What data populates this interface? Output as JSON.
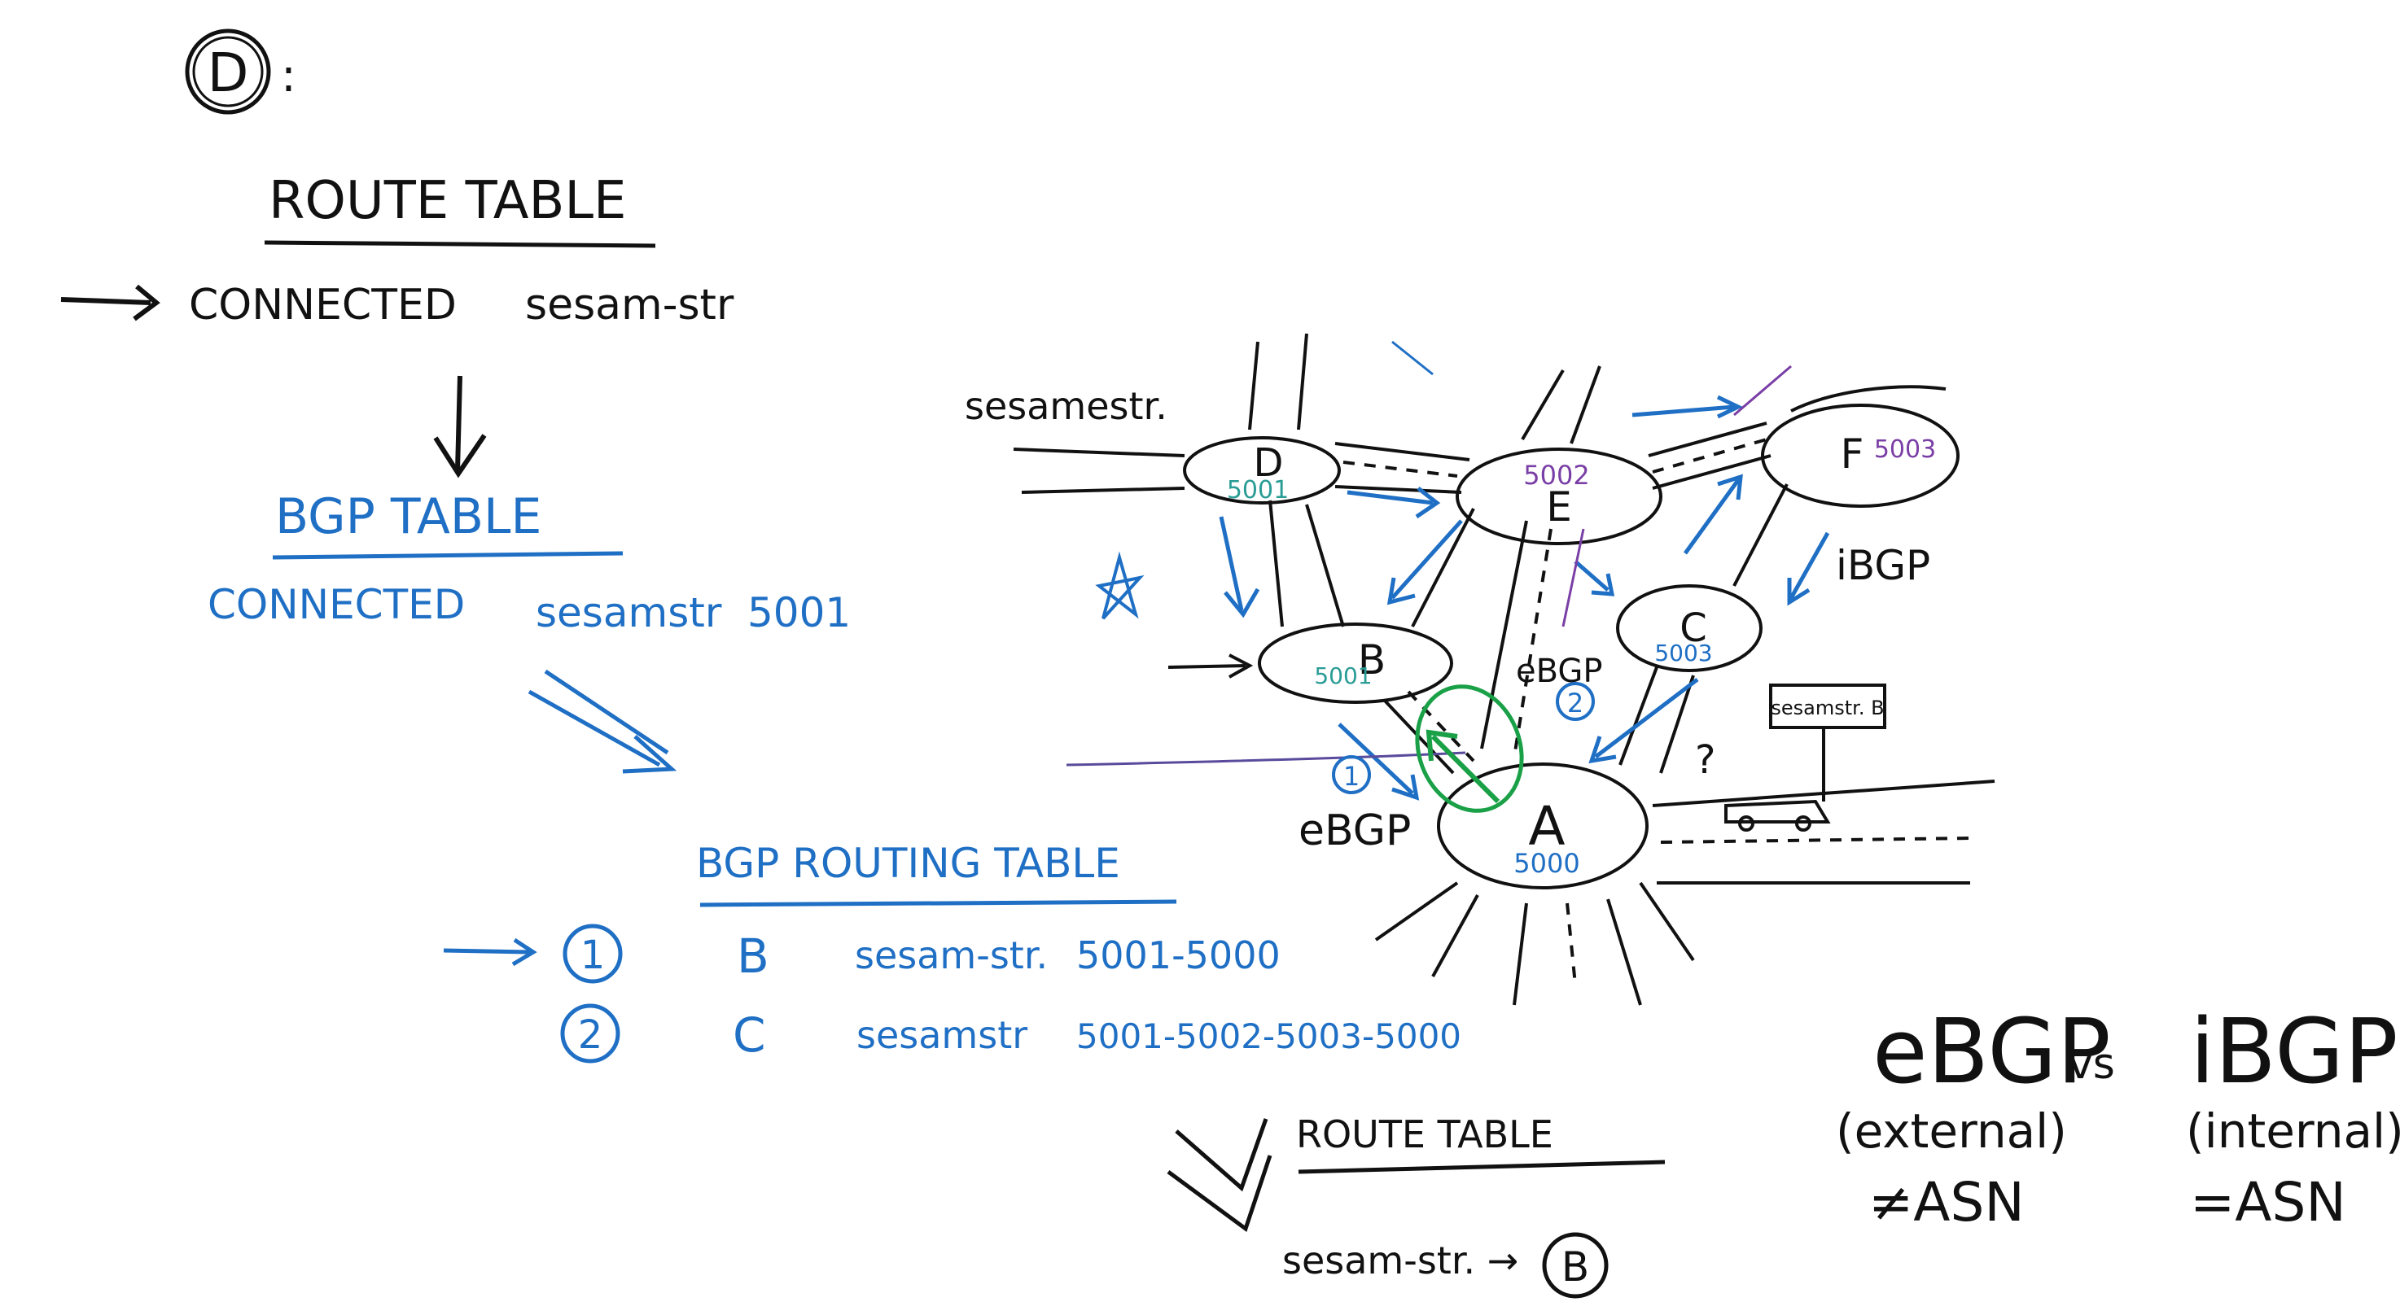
{
  "colors": {
    "ink": "#111111",
    "blue": "#1f6fc5",
    "green": "#1aa047",
    "purple": "#7a3fa6",
    "teal": "#2a9c96"
  },
  "header": {
    "marker": "D",
    "marker_suffix": ":"
  },
  "left_flow": {
    "route_table_title": "ROUTE TABLE",
    "connected_row": {
      "label": "CONNECTED",
      "value": "sesam-str"
    },
    "bgp_table_title": "BGP TABLE",
    "bgp_row": {
      "label": "CONNECTED",
      "value": "sesamstr",
      "asn": "5001"
    },
    "bgp_routing_table": {
      "title": "BGP ROUTING TABLE",
      "rows": [
        {
          "num": "1",
          "via": "B",
          "dest": "sesam-str.",
          "path": "5001-5000"
        },
        {
          "num": "2",
          "via": "C",
          "dest": "sesamstr",
          "path": "5001-5002-5003-5000"
        }
      ]
    },
    "route_table_bottom": {
      "title": "ROUTE TABLE",
      "entry": "sesam-str. →",
      "next_hop": "B"
    }
  },
  "network": {
    "street_label": "sesamestr.",
    "nodes": [
      {
        "id": "D",
        "asn": "5001"
      },
      {
        "id": "E",
        "asn": "5002"
      },
      {
        "id": "F",
        "asn": "5003"
      },
      {
        "id": "B",
        "asn": "5001"
      },
      {
        "id": "C",
        "asn": "5003"
      },
      {
        "id": "A",
        "asn": "5000"
      }
    ],
    "labels": {
      "ibgp": "iBGP",
      "ebgp_upper": "eBGP",
      "ebgp_lower": "eBGP",
      "marker_1": "1",
      "marker_2": "2",
      "question": "?",
      "sign": "sesamstr. B"
    }
  },
  "comparison": {
    "left": {
      "title": "eBGP",
      "sub": "(external)",
      "asn": "≠ASN"
    },
    "vs": "vs",
    "right": {
      "title": "iBGP",
      "sub": "(internal)",
      "asn": "=ASN"
    }
  }
}
